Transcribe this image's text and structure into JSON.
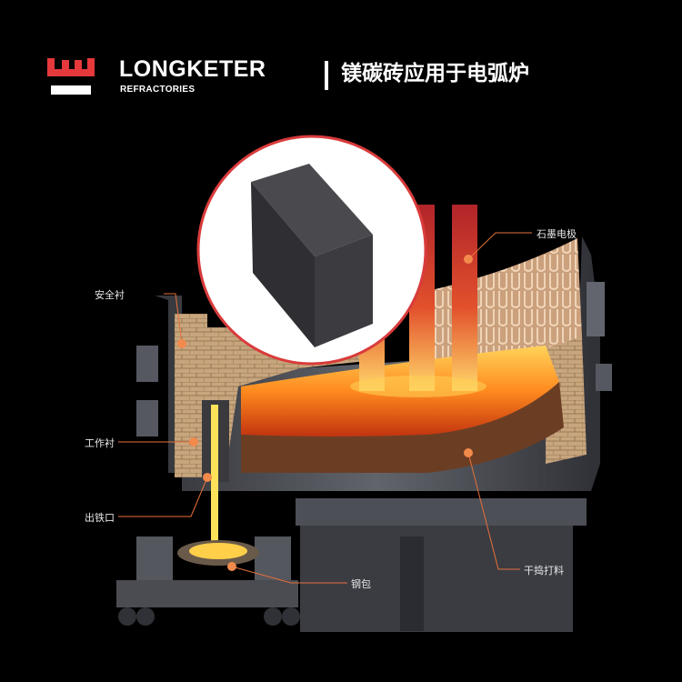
{
  "brand": {
    "name": "LONGKETER",
    "sub": "REFRACTORIES",
    "accent_color": "#e5393b"
  },
  "title": "镁碳砖应用于电弧炉",
  "labels": {
    "graphite_electrode": "石墨电极",
    "safety_lining": "安全衬",
    "working_lining": "工作衬",
    "tap_hole": "出铁口",
    "dry_ramming": "干捣打料",
    "ladle": "钢包"
  },
  "colors": {
    "background": "#000000",
    "leader_line": "#e8703a",
    "marker_dot": "#f28a4c",
    "molten": "#f5a623",
    "brick": "#c9a57c"
  }
}
